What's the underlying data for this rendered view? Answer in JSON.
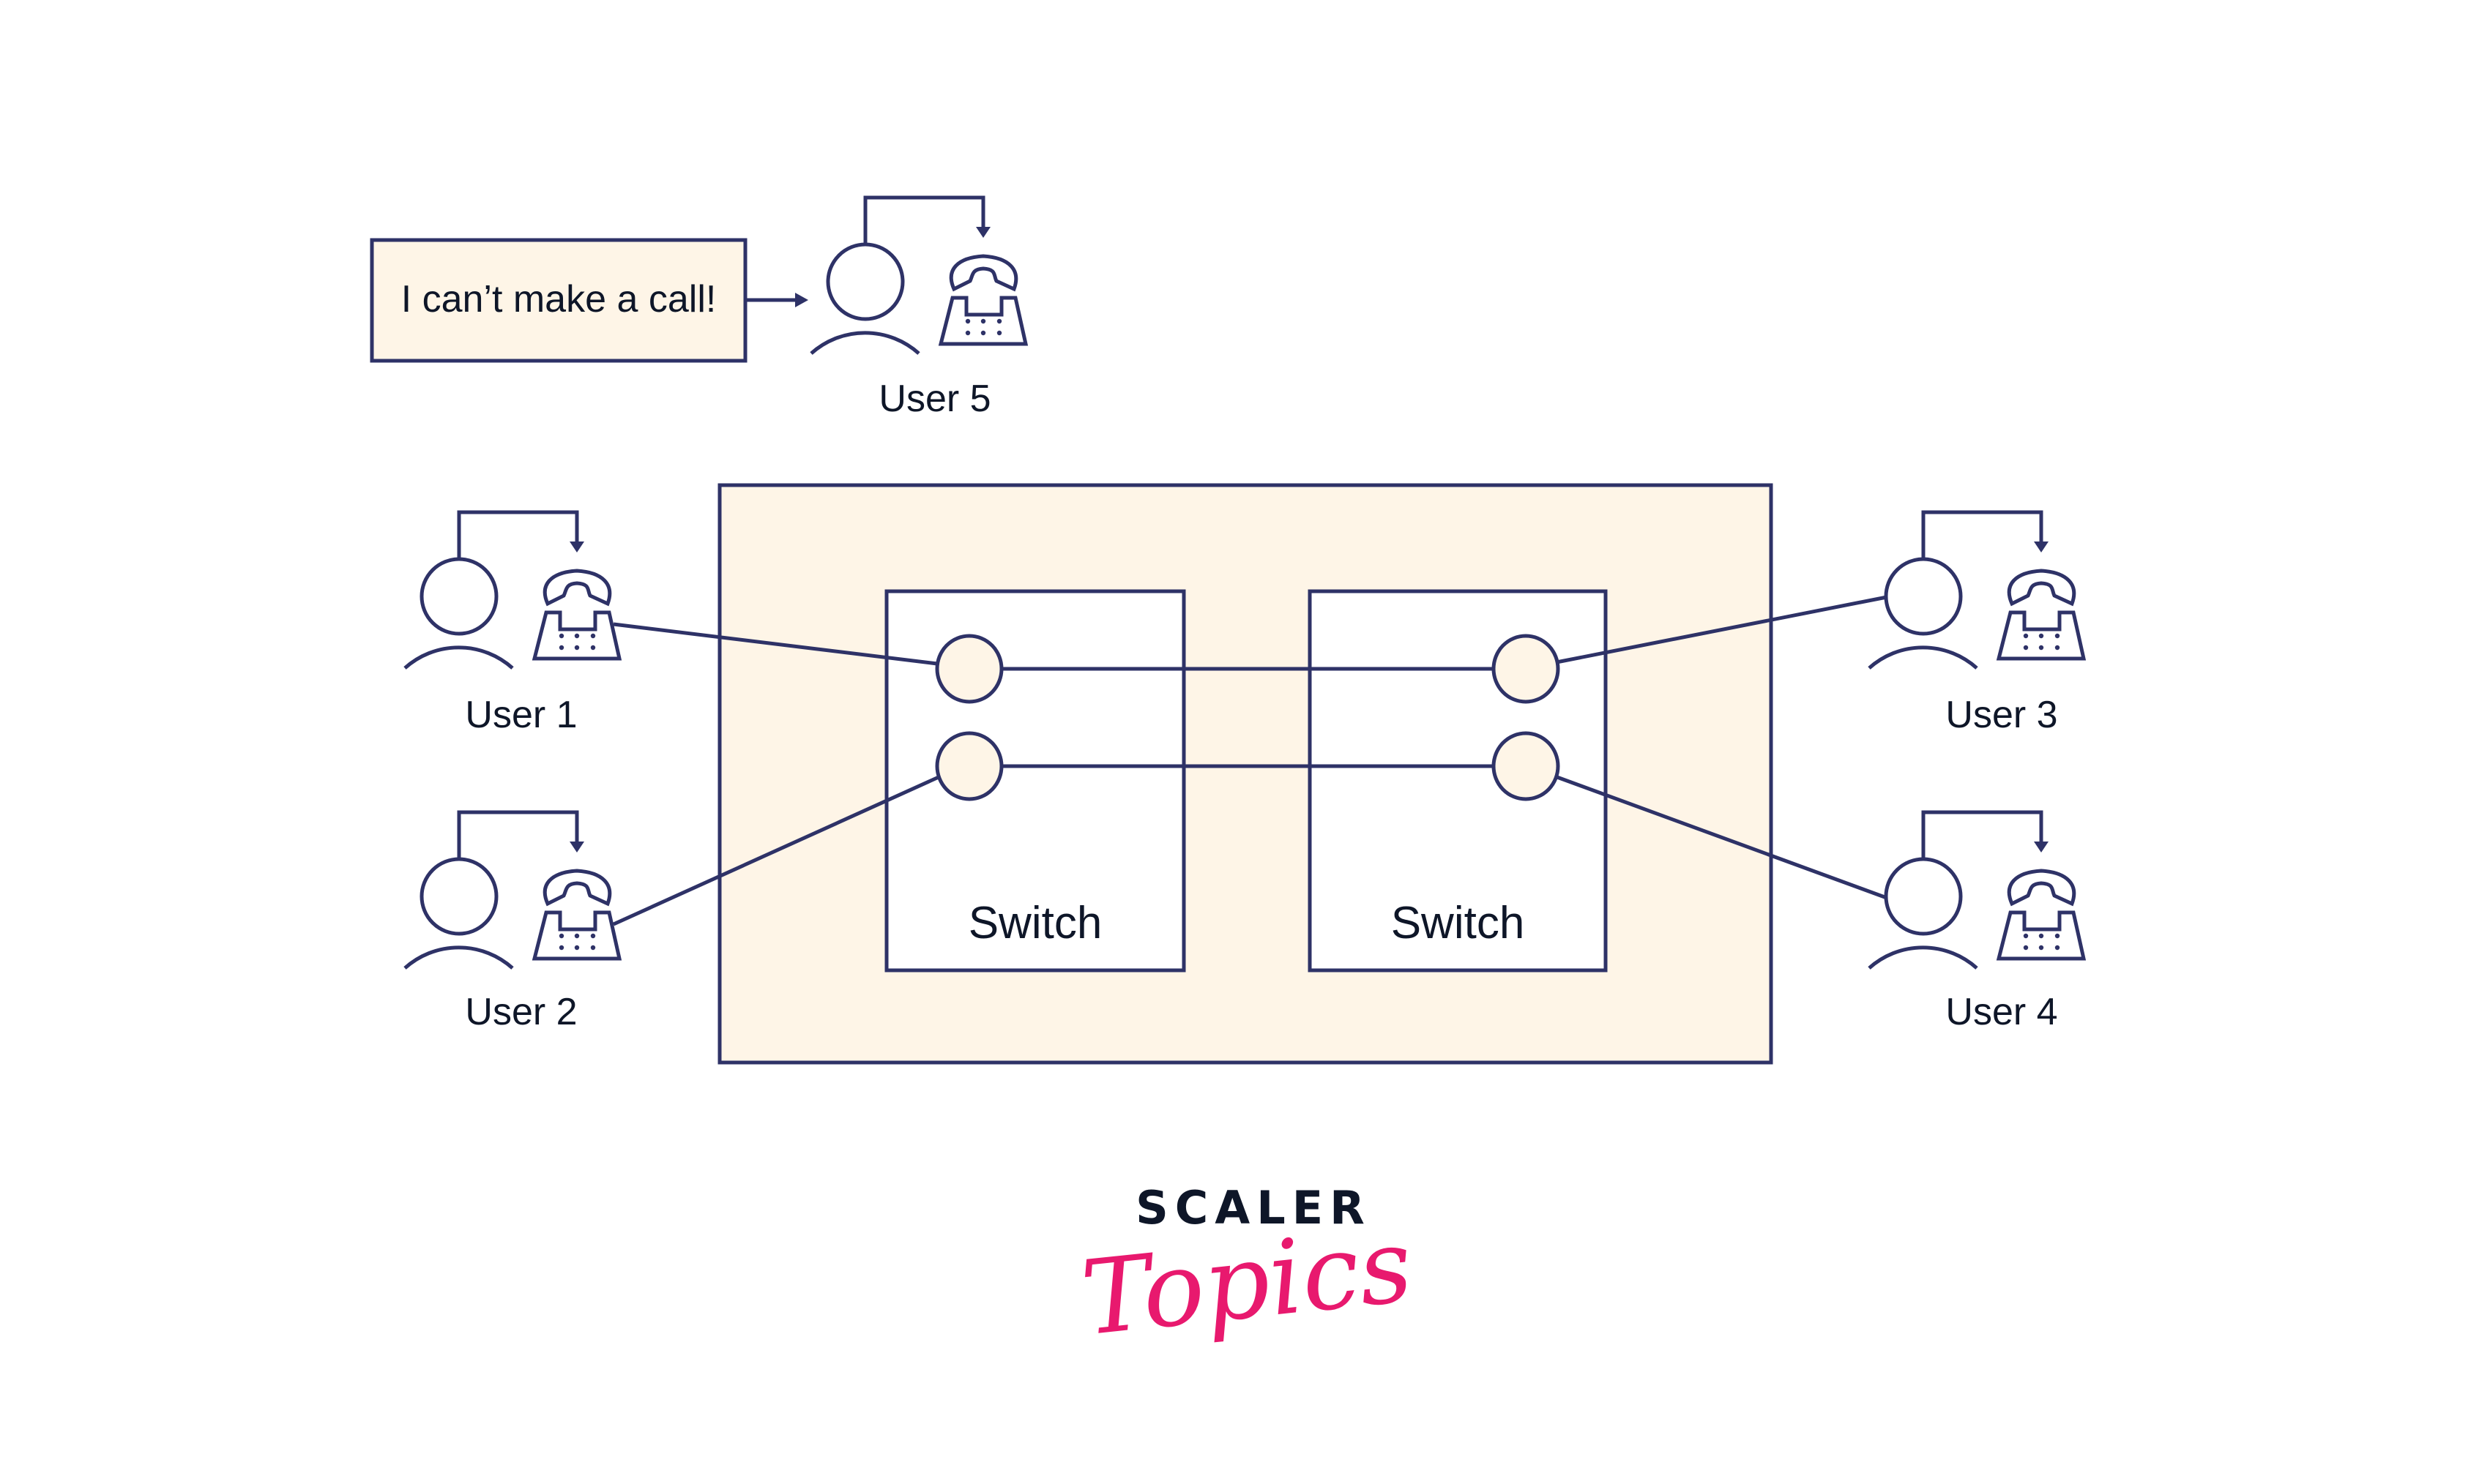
{
  "diagram": {
    "title": "Circuit switching – switch busy scenario",
    "colors": {
      "stroke": "#2E3267",
      "panel_fill": "#FEF5E7",
      "text": "#0E1628",
      "brand_pink": "#E8196E"
    },
    "message": {
      "text": "I can’t make a call!"
    },
    "users": [
      {
        "id": "user1",
        "label": "User 1"
      },
      {
        "id": "user2",
        "label": "User 2"
      },
      {
        "id": "user3",
        "label": "User 3"
      },
      {
        "id": "user4",
        "label": "User 4"
      },
      {
        "id": "user5",
        "label": "User 5"
      }
    ],
    "switches": [
      {
        "id": "switch1",
        "label": "Switch",
        "ports": 2
      },
      {
        "id": "switch2",
        "label": "Switch",
        "ports": 2
      }
    ],
    "connections": [
      {
        "from": "user1",
        "to": "switch1.port1"
      },
      {
        "from": "user2",
        "to": "switch1.port2"
      },
      {
        "from": "switch1.port1",
        "to": "switch2.port1"
      },
      {
        "from": "switch1.port2",
        "to": "switch2.port2"
      },
      {
        "from": "switch2.port1",
        "to": "user3"
      },
      {
        "from": "switch2.port2",
        "to": "user4"
      },
      {
        "from": "message",
        "to": "user5"
      }
    ]
  },
  "logo": {
    "line1": "SCALER",
    "line2": "Topics"
  }
}
